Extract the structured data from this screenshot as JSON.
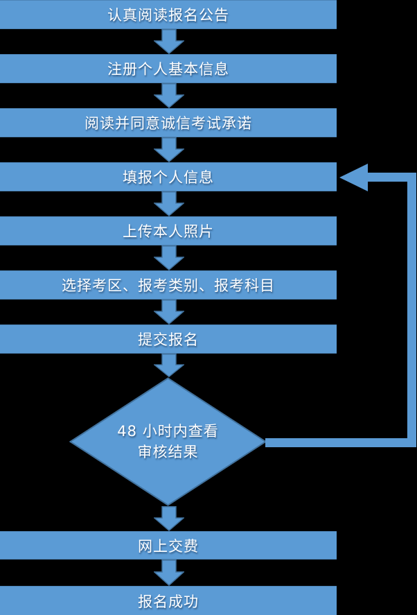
{
  "colors": {
    "background": "#000000",
    "shape_fill": "#5b9bd5",
    "shape_border": "#41719c",
    "text": "#ffffff"
  },
  "flow": {
    "steps": [
      {
        "label": "认真阅读报名公告"
      },
      {
        "label": "注册个人基本信息"
      },
      {
        "label": "阅读并同意诚信考试承诺"
      },
      {
        "label": "填报个人信息"
      },
      {
        "label": "上传本人照片"
      },
      {
        "label": "选择考区、报考类别、报考科目"
      },
      {
        "label": "提交报名"
      }
    ],
    "decision": {
      "line1": "48 小时内查看",
      "line2": "审核结果"
    },
    "post_steps": [
      {
        "label": "网上交费"
      },
      {
        "label": "报名成功"
      }
    ]
  }
}
